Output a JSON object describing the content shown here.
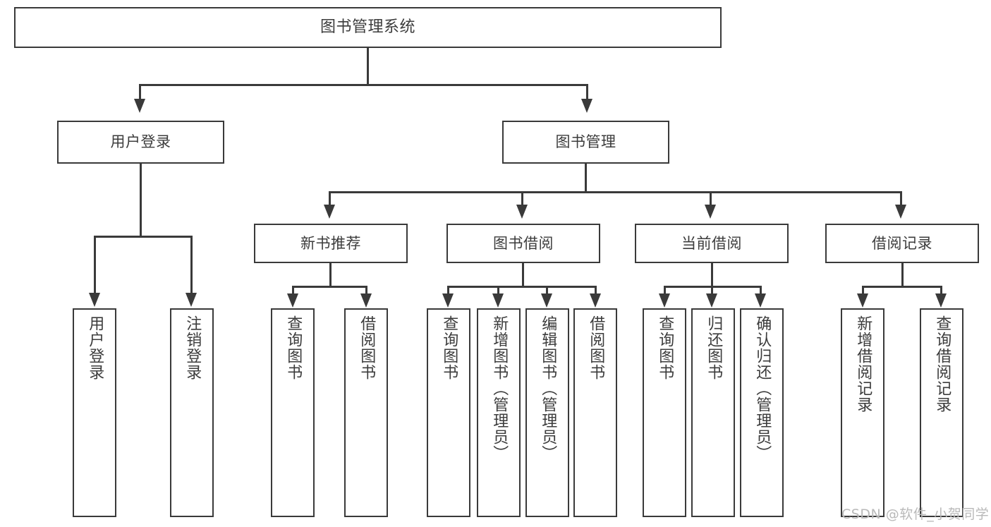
{
  "diagram": {
    "type": "tree-hierarchy-chart",
    "title": "图书管理系统",
    "background_color": "#ffffff",
    "line_color": "#3a3a3a",
    "text_color": "#3c3c3c"
  },
  "root": {
    "label": "图书管理系统"
  },
  "level1": [
    {
      "label": "用户登录"
    },
    {
      "label": "图书管理"
    }
  ],
  "level2": [
    {
      "label": "新书推荐"
    },
    {
      "label": "图书借阅"
    },
    {
      "label": "当前借阅"
    },
    {
      "label": "借阅记录"
    }
  ],
  "leaves": {
    "user_login": [
      {
        "label": "用户登录"
      },
      {
        "label": "注销登录"
      }
    ],
    "new_book_recommend": [
      {
        "label": "查询图书"
      },
      {
        "label": "借阅图书"
      }
    ],
    "book_borrow": [
      {
        "label": "查询图书"
      },
      {
        "label": "新增图书（管理员）"
      },
      {
        "label": "编辑图书（管理员）"
      },
      {
        "label": "借阅图书"
      }
    ],
    "current_borrow": [
      {
        "label": "查询图书"
      },
      {
        "label": "归还图书"
      },
      {
        "label": "确认归还（管理员）"
      }
    ],
    "borrow_record": [
      {
        "label": "新增借阅记录"
      },
      {
        "label": "查询借阅记录"
      }
    ]
  },
  "watermark": {
    "text": "CSDN @软件_小贺同学"
  }
}
